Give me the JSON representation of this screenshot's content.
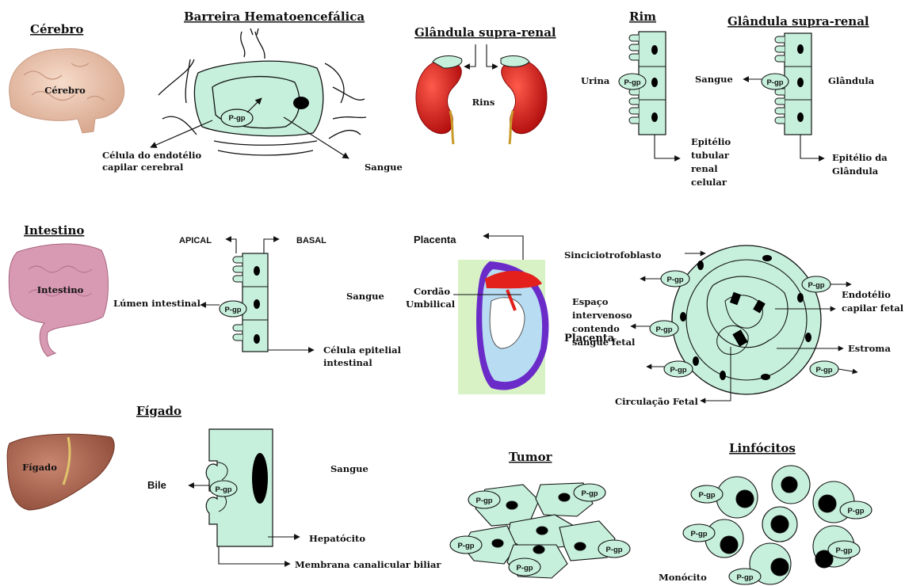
{
  "colors": {
    "cell_fill": "#c6f0dc",
    "stroke": "#111111",
    "kidney": "#d81a1a",
    "brain": "#efc9b5",
    "intestine": "#d79ab2",
    "liver": "#b26a52",
    "placenta_red": "#e3201b",
    "placenta_purple": "#6a2bc9",
    "fetus_blue": "#b8dcf2",
    "background_green": "#d8f2c6"
  },
  "pgp": "P-gp",
  "brain": {
    "heading": "Cérebro",
    "organ_label": "Cérebro"
  },
  "bbb": {
    "heading": "Barreira Hematoencefálica",
    "cell_label": "Célula do endotélio",
    "cell_label2": "capilar cerebral",
    "blood": "Sangue"
  },
  "adrenal_top": {
    "heading": "Glândula supra-renal",
    "kidneys": "Rins"
  },
  "kidney": {
    "heading": "Rim",
    "urine": "Urina",
    "epi1": "Epitélio",
    "epi2": "tubular",
    "epi3": "renal",
    "epi4": "celular"
  },
  "adrenal_right": {
    "heading": "Glândula supra-renal",
    "blood": "Sangue",
    "gland": "Glândula",
    "epi1": "Epitélio da",
    "epi2": "Glândula"
  },
  "intestine": {
    "heading": "Intestino",
    "organ_label": "Intestino",
    "apical": "APICAL",
    "basal": "BASAL",
    "blood": "Sangue",
    "lumen": "Lúmen intestinal",
    "cell1": "Célula epitelial",
    "cell2": "intestinal"
  },
  "placenta": {
    "heading": "Placenta",
    "cord1": "Cordão",
    "cord2": "Umbilical",
    "overlay": "Placenta"
  },
  "placenta_detail": {
    "syncytio": "Sinciciotrofoblasto",
    "space1": "Espaço",
    "space2": "intervenoso",
    "space3": "contendo",
    "space4": "sangue fetal",
    "endo1": "Endotélio",
    "endo2": "capilar fetal",
    "stroma": "Estroma",
    "fetal_circ": "Circulação Fetal"
  },
  "liver": {
    "heading": "Fígado",
    "organ_label": "Fígado",
    "bile": "Bile",
    "blood": "Sangue",
    "hepatocyte": "Hepatócito",
    "membrane": "Membrana canalicular biliar"
  },
  "tumor": {
    "heading": "Tumor"
  },
  "lymph": {
    "heading": "Linfócitos",
    "monocyte": "Monócito"
  }
}
